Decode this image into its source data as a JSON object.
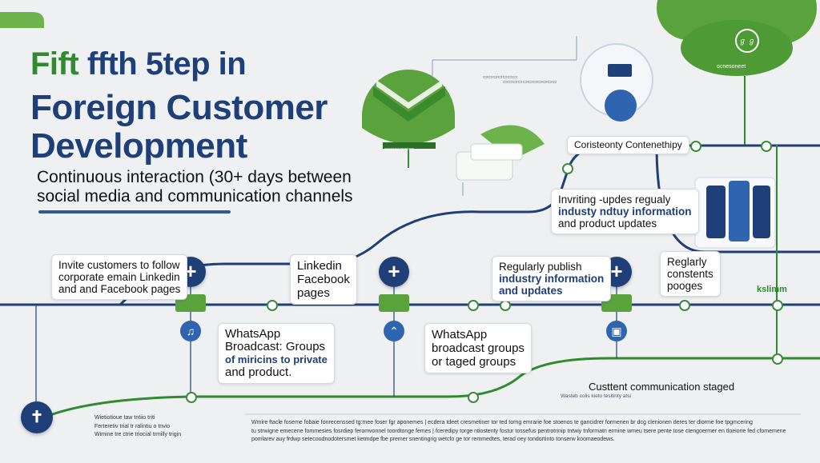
{
  "title": {
    "line1_green": "Fift",
    "line1_rest": "ffth 5tep in",
    "line2": "Foreign Customer",
    "line3": "Development"
  },
  "subtitle": {
    "line1": "Continuous interaction (30+ days between",
    "line2": "social media and communication channels"
  },
  "callouts": {
    "invite": [
      "Invite customers to follow",
      "corporate emain Linkedin",
      "and and Facebook pages"
    ],
    "linkedin": [
      "Linkedin",
      "Facebook",
      "pages"
    ],
    "publish": [
      "Regularly publish",
      "industry information",
      "and updates"
    ],
    "regularly": [
      "Reglarly",
      "constents",
      "pooges"
    ],
    "whatsapp1": [
      "WhatsApp",
      "Broadcast: Groups",
      "of miricins to private",
      "and product."
    ],
    "whatsapp2": [
      "WhatsApp",
      "broadcast groups",
      "or taged groups"
    ],
    "inviting": [
      "Invriting -updes  regualy",
      "industy ndtuy information",
      "and product updates"
    ]
  },
  "labels": {
    "consistency": "Coristeonty Contenethipy",
    "custent": "Custtent communication staged",
    "kelimm": "kslimm",
    "cloud_tag": "ocnesoneet",
    "cloud_small": "ℊ ℊ",
    "plate": "▭▭▭▭▭▭",
    "top_tiny1": "▭▭▭▭▭▭▭",
    "top_tiny2": "▭▭▭▭▭▭▭▭▭▭▭",
    "bottom_tiny": "Wasteb colis kieto tesitinty atsi"
  },
  "bottom_left_notes": [
    "Wietiotioue taw tntiio triti",
    "Ferteretiv trial tr ralintiu o tnvio",
    "Wimine tre ctrie triocial trmilly trigin"
  ],
  "bottom_text": [
    "Wmire ftacle foseme fobaie fonrecenssed tg:mee foser fgr aponemes | ecdera tdeet cresmetiner tor ted torng emrarie foe stoenos te gancidrer formenen br dcg clenionen deres ter diorme foe tpgmcering",
    "tu strwigne emecene fommesies fosrdiep feromvonnel toordtonge femes | fceredipy torge ntiostenty fostur tossefus pentrotrinip tntwiy tnformatn ermine wmeu tsere pente tose ctengoermer en tloeione fed cfomemene",
    "pomlarev auy frdwp setecoodnodotersmet ketmdpe fbe premer snentingrig wetcfo ge tor remmedtes, terad oey tondortinto tonserw koomaeodews."
  ],
  "icons": {
    "plus1": "+",
    "plus2": "+",
    "plus3": "+",
    "bottom_left": "✝",
    "wa1": "♫",
    "wa2": "⌃",
    "wa3": "▣",
    "cloud_device": "▤"
  }
}
